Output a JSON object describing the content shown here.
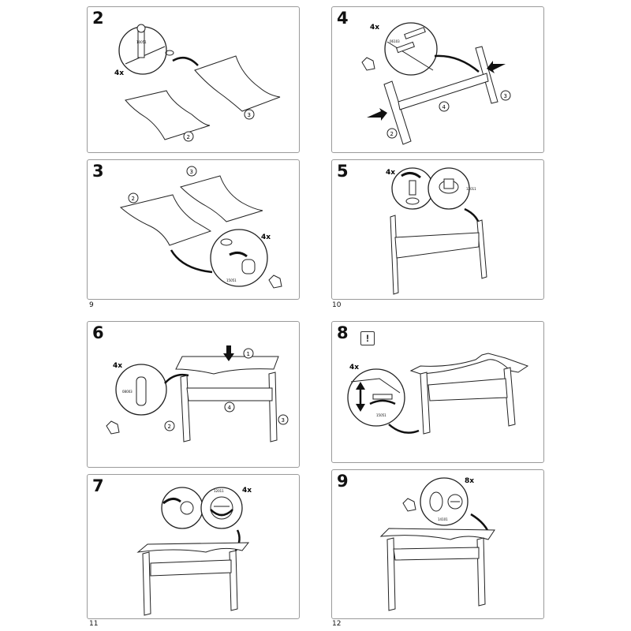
{
  "pages": [
    {
      "number": "9"
    },
    {
      "number": "10"
    },
    {
      "number": "11"
    },
    {
      "number": "12"
    }
  ],
  "steps": [
    {
      "label": "2",
      "qty": "4x",
      "callouts": [
        "2",
        "3"
      ],
      "part": "10051"
    },
    {
      "label": "4",
      "qty": "4x",
      "callouts": [
        "2",
        "4",
        "3"
      ],
      "part": "06103"
    },
    {
      "label": "3",
      "qty": "4x",
      "callouts": [
        "3",
        "2"
      ],
      "part": "15051"
    },
    {
      "label": "5",
      "qty": "4x",
      "callouts": [],
      "part": "12011"
    },
    {
      "label": "6",
      "qty": "4x",
      "callouts": [
        "1",
        "4",
        "2",
        "3"
      ],
      "part": "08003"
    },
    {
      "label": "8",
      "qty": "4x",
      "callouts": [],
      "part": "15051",
      "note_icon": "!"
    },
    {
      "label": "7",
      "qty": "4x",
      "callouts": [],
      "part": "12011"
    },
    {
      "label": "9",
      "qty": "8x",
      "callouts": [],
      "part": "14101"
    }
  ]
}
